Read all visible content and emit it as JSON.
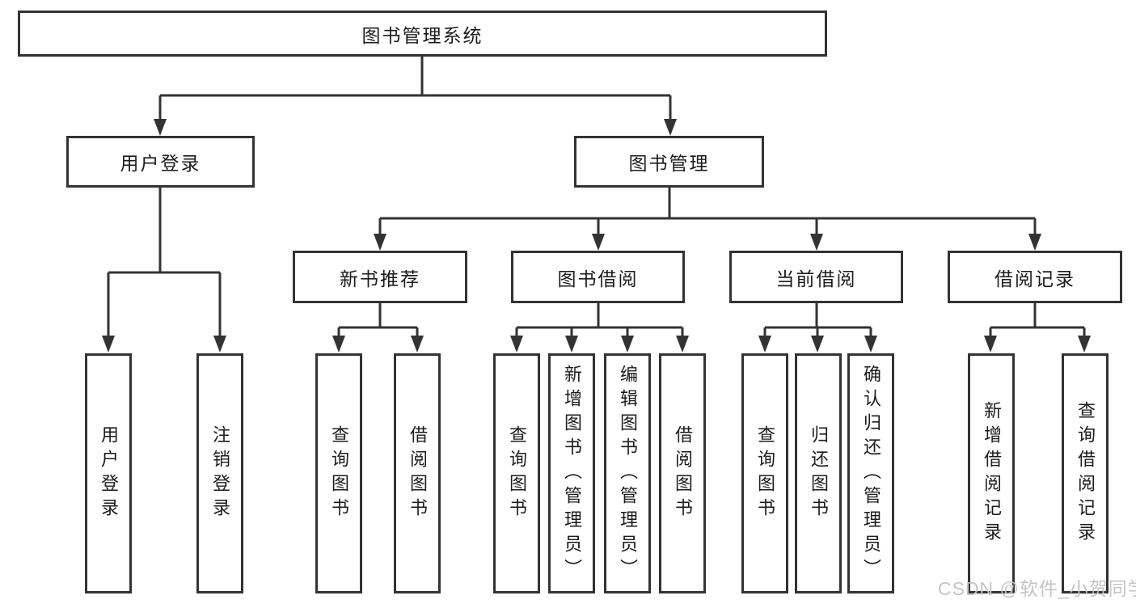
{
  "diagram": {
    "title": "图书管理系统",
    "root": {
      "label": "图书管理系统"
    },
    "level2": [
      {
        "label": "用户登录"
      },
      {
        "label": "图书管理"
      }
    ],
    "level3": [
      {
        "label": "新书推荐"
      },
      {
        "label": "图书借阅"
      },
      {
        "label": "当前借阅"
      },
      {
        "label": "借阅记录"
      }
    ],
    "leaves": {
      "user_login": [
        "用户登录",
        "注销登录"
      ],
      "new_books": [
        "查询图书",
        "借阅图书"
      ],
      "book_borrow": [
        "查询图书",
        "新增图书（管理员）",
        "编辑图书（管理员）",
        "借阅图书"
      ],
      "current_borrow": [
        "查询图书",
        "归还图书",
        "确认归还（管理员）"
      ],
      "borrow_records": [
        "新增借阅记录",
        "查询借阅记录"
      ]
    }
  },
  "watermark": {
    "text": "CSDN @软件_小贺同学"
  },
  "colors": {
    "line": "#333333",
    "border": "#333333",
    "text": "#1c1c1c",
    "watermark": "#c2c2c2",
    "background": "#ffffff"
  }
}
